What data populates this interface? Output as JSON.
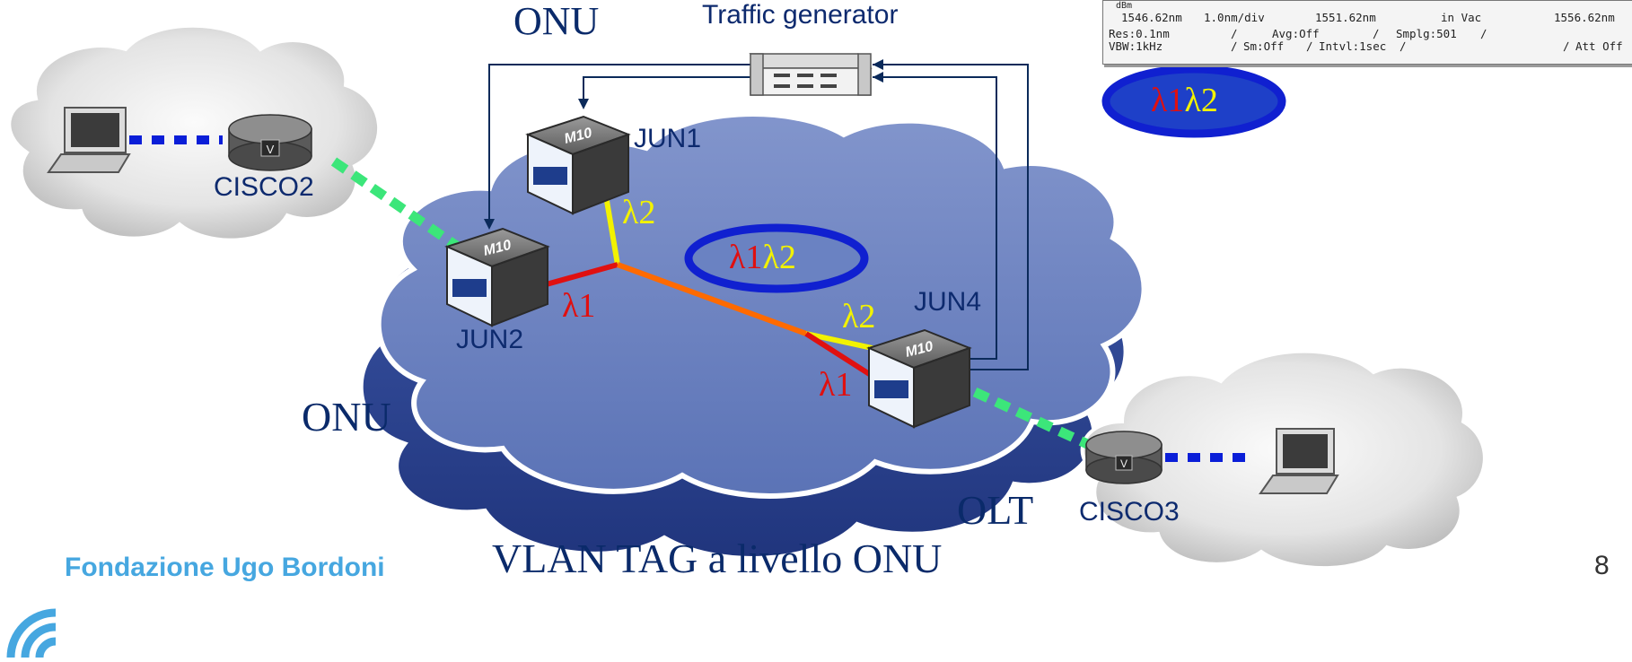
{
  "labels": {
    "onu_top": "ONU",
    "traffic_generator": "Traffic generator",
    "jun1": "JUN1",
    "jun2": "JUN2",
    "jun4": "JUN4",
    "cisco2": "CISCO2",
    "cisco3": "CISCO3",
    "onu_left": "ONU",
    "olt": "OLT",
    "title": "VLAN TAG a livello ONU",
    "logo": "Fondazione Ugo Bordoni",
    "page_number": "8",
    "router_tag": "M10",
    "cisco_tag": "V"
  },
  "wavelengths": {
    "lambda1": "λ1",
    "lambda2": "λ2"
  },
  "osa_readout": {
    "unit": "dBm",
    "start": "1546.62nm",
    "span": "1.0nm/div",
    "center": "1551.62nm",
    "medium": "in Vac",
    "stop": "1556.62nm",
    "res": "Res:0.1nm",
    "avg": "Avg:Off",
    "smplg": "Smplg:501",
    "vbw": "VBW:1kHz",
    "sm": "Sm:Off",
    "intvl": "Intvl:1sec",
    "att": "Att Off"
  },
  "colors": {
    "cloud_blue": "#5a73b5",
    "lambda1_red": "#e01010",
    "lambda2_yellow": "#f2f200",
    "combined_orange": "#ff6a00",
    "dashed_green": "#3ce67a",
    "dashed_blue": "#0a1ed8",
    "ellipse_blue": "#1020d0",
    "wire_navy": "#0b2a5a"
  }
}
